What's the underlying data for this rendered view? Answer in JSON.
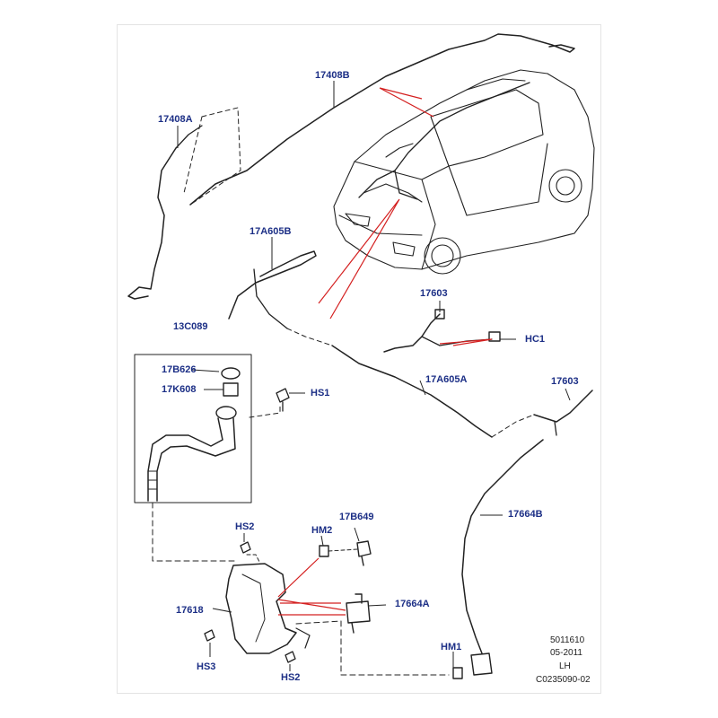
{
  "labels": {
    "l17408b": "17408B",
    "l17408a": "17408A",
    "l17a605b": "17A605B",
    "l13c089": "13C089",
    "l17b626": "17B626",
    "l17k608": "17K608",
    "hs1": "HS1",
    "l17603_top": "17603",
    "hc1": "HC1",
    "l17a605a": "17A605A",
    "l17603_right": "17603",
    "l17664b": "17664B",
    "hs2_top": "HS2",
    "hm2": "HM2",
    "l17b649": "17B649",
    "l17618": "17618",
    "l17664a": "17664A",
    "hs3": "HS3",
    "hs2_bottom": "HS2",
    "hm1": "HM1"
  },
  "meta": {
    "code": "5011610",
    "date": "05-2011",
    "side": "LH",
    "ref": "C0235090-02"
  },
  "colors": {
    "label": "#1c2f86",
    "leader": "#d42020",
    "line": "#111111"
  }
}
